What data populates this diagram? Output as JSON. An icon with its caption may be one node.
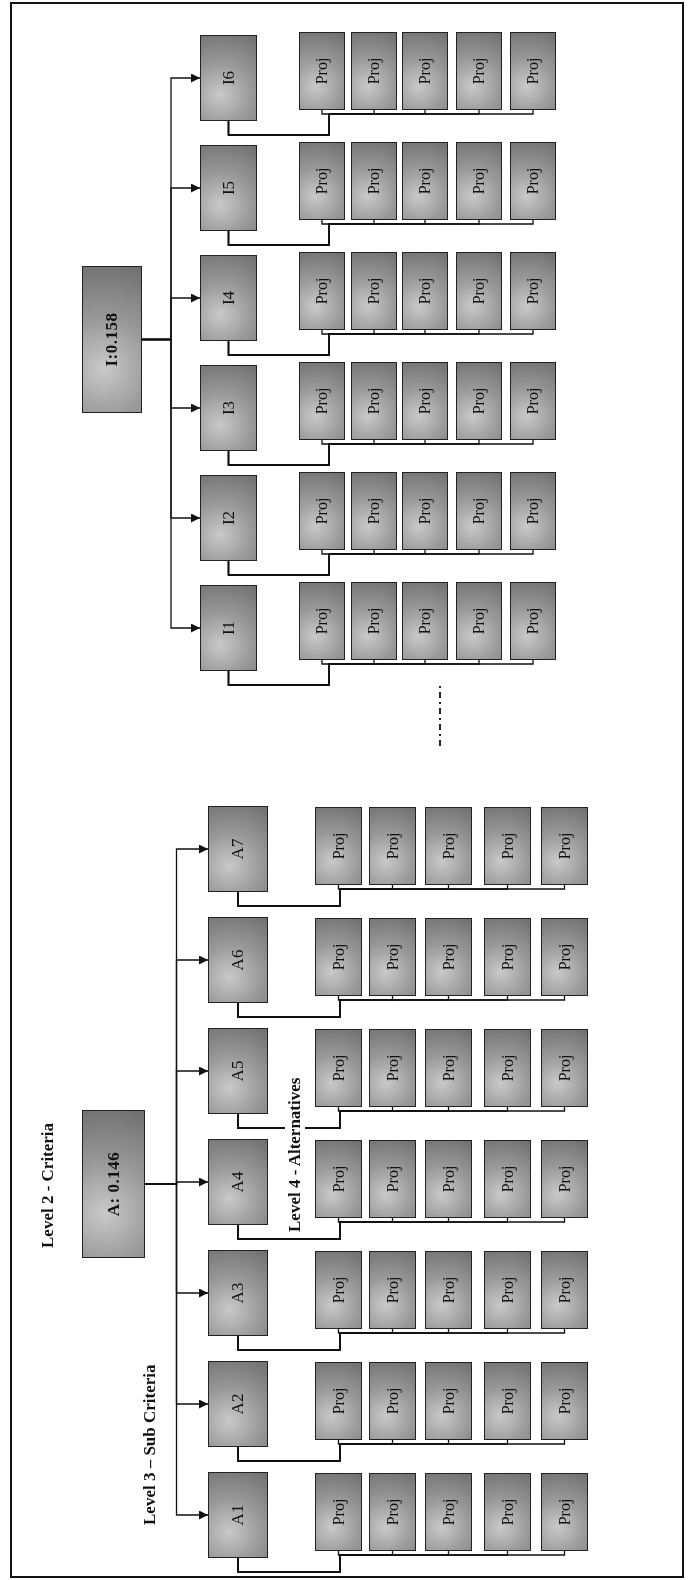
{
  "diagram": {
    "nodes": [
      {
        "text": [
          "A: 0.146"
        ]
      },
      {
        "text": [
          "I:0.158"
        ]
      },
      {
        "text": [
          "A1"
        ]
      },
      {
        "text": [
          "A2"
        ]
      },
      {
        "text": [
          "A3"
        ]
      },
      {
        "text": [
          "A4"
        ]
      },
      {
        "text": [
          "A5"
        ]
      },
      {
        "text": [
          "A6"
        ]
      },
      {
        "text": [
          "A7"
        ]
      },
      {
        "text": [
          "I1"
        ]
      },
      {
        "text": [
          "I2"
        ]
      },
      {
        "text": [
          "I3"
        ]
      },
      {
        "text": [
          "I4"
        ]
      },
      {
        "text": [
          "I5"
        ]
      },
      {
        "text": [
          "I6"
        ]
      },
      {
        "text": [
          "Proj"
        ]
      },
      {
        "text": [
          "Proj"
        ]
      },
      {
        "text": [
          "Proj"
        ]
      },
      {
        "text": [
          "Proj"
        ]
      },
      {
        "text": [
          "Proj"
        ]
      },
      {
        "text": [
          "Proj"
        ]
      },
      {
        "text": [
          "Proj"
        ]
      },
      {
        "text": [
          "Proj"
        ]
      },
      {
        "text": [
          "Proj"
        ]
      },
      {
        "text": [
          "Proj"
        ]
      },
      {
        "text": [
          "Proj"
        ]
      },
      {
        "text": [
          "Proj"
        ]
      },
      {
        "text": [
          "Proj"
        ]
      },
      {
        "text": [
          "Proj"
        ]
      },
      {
        "text": [
          "Proj"
        ]
      },
      {
        "text": [
          "Proj"
        ]
      },
      {
        "text": [
          "Proj"
        ]
      },
      {
        "text": [
          "Proj"
        ]
      },
      {
        "text": [
          "Proj"
        ]
      },
      {
        "text": [
          "Proj"
        ]
      },
      {
        "text": [
          "Proj"
        ]
      },
      {
        "text": [
          "Proj"
        ]
      },
      {
        "text": [
          "Proj"
        ]
      },
      {
        "text": [
          "Proj"
        ]
      },
      {
        "text": [
          "Proj"
        ]
      },
      {
        "text": [
          "Proj"
        ]
      },
      {
        "text": [
          "Proj"
        ]
      },
      {
        "text": [
          "Proj"
        ]
      },
      {
        "text": [
          "Proj"
        ]
      },
      {
        "text": [
          "Proj"
        ]
      },
      {
        "text": [
          "Proj"
        ]
      },
      {
        "text": [
          "Proj"
        ]
      },
      {
        "text": [
          "Proj"
        ]
      },
      {
        "text": [
          "Proj"
        ]
      },
      {
        "text": [
          "Proj"
        ]
      },
      {
        "text": [
          "Proj"
        ]
      },
      {
        "text": [
          "Proj"
        ]
      },
      {
        "text": [
          "Proj"
        ]
      },
      {
        "text": [
          "Proj"
        ]
      },
      {
        "text": [
          "Proj"
        ]
      },
      {
        "text": [
          "Proj"
        ]
      },
      {
        "text": [
          "Proj"
        ]
      },
      {
        "text": [
          "Proj"
        ]
      },
      {
        "text": [
          "Proj"
        ]
      },
      {
        "text": [
          "Proj"
        ]
      },
      {
        "text": [
          "Proj"
        ]
      },
      {
        "text": [
          "Proj"
        ]
      },
      {
        "text": [
          "Proj"
        ]
      },
      {
        "text": [
          "Proj"
        ]
      },
      {
        "text": [
          "Proj"
        ]
      },
      {
        "text": [
          "Proj"
        ]
      },
      {
        "text": [
          "Proj"
        ]
      },
      {
        "text": [
          "Proj"
        ]
      },
      {
        "text": [
          "Proj"
        ]
      },
      {
        "text": [
          "Proj"
        ]
      },
      {
        "text": [
          "Proj"
        ]
      },
      {
        "text": [
          "Proj"
        ]
      },
      {
        "text": [
          "Proj"
        ]
      },
      {
        "text": [
          "Proj"
        ]
      },
      {
        "text": [
          "Proj"
        ]
      },
      {
        "text": [
          "Proj"
        ]
      },
      {
        "text": [
          "Proj"
        ]
      },
      {
        "text": [
          "Proj"
        ]
      },
      {
        "text": [
          "Proj"
        ]
      },
      {
        "text": [
          "Proj"
        ]
      }
    ],
    "edges": [
      {
        "from": 0,
        "to": 2,
        "arrow": "to"
      },
      {
        "from": 0,
        "to": 3,
        "arrow": "to"
      },
      {
        "from": 0,
        "to": 4,
        "arrow": "to"
      },
      {
        "from": 0,
        "to": 5,
        "arrow": "to"
      },
      {
        "from": 0,
        "to": 6,
        "arrow": "to"
      },
      {
        "from": 0,
        "to": 7,
        "arrow": "to"
      },
      {
        "from": 0,
        "to": 8,
        "arrow": "to"
      },
      {
        "from": 1,
        "to": 9,
        "arrow": "to"
      },
      {
        "from": 1,
        "to": 10,
        "arrow": "to"
      },
      {
        "from": 1,
        "to": 11,
        "arrow": "to"
      },
      {
        "from": 1,
        "to": 12,
        "arrow": "to"
      },
      {
        "from": 1,
        "to": 13,
        "arrow": "to"
      },
      {
        "from": 1,
        "to": 14,
        "arrow": "to"
      },
      {
        "from": 2,
        "to": 15,
        "arrow": "none"
      },
      {
        "from": 2,
        "to": 16,
        "arrow": "none"
      },
      {
        "from": 2,
        "to": 17,
        "arrow": "none"
      },
      {
        "from": 2,
        "to": 18,
        "arrow": "none"
      },
      {
        "from": 2,
        "to": 19,
        "arrow": "none"
      },
      {
        "from": 3,
        "to": 20,
        "arrow": "none"
      },
      {
        "from": 3,
        "to": 21,
        "arrow": "none"
      },
      {
        "from": 3,
        "to": 22,
        "arrow": "none"
      },
      {
        "from": 3,
        "to": 23,
        "arrow": "none"
      },
      {
        "from": 3,
        "to": 24,
        "arrow": "none"
      },
      {
        "from": 4,
        "to": 25,
        "arrow": "none"
      },
      {
        "from": 4,
        "to": 26,
        "arrow": "none"
      },
      {
        "from": 4,
        "to": 27,
        "arrow": "none"
      },
      {
        "from": 4,
        "to": 28,
        "arrow": "none"
      },
      {
        "from": 4,
        "to": 29,
        "arrow": "none"
      },
      {
        "from": 5,
        "to": 30,
        "arrow": "none"
      },
      {
        "from": 5,
        "to": 31,
        "arrow": "none"
      },
      {
        "from": 5,
        "to": 32,
        "arrow": "none"
      },
      {
        "from": 5,
        "to": 33,
        "arrow": "none"
      },
      {
        "from": 5,
        "to": 34,
        "arrow": "none"
      },
      {
        "from": 6,
        "to": 35,
        "arrow": "none"
      },
      {
        "from": 6,
        "to": 36,
        "arrow": "none"
      },
      {
        "from": 6,
        "to": 37,
        "arrow": "none"
      },
      {
        "from": 6,
        "to": 38,
        "arrow": "none"
      },
      {
        "from": 6,
        "to": 39,
        "arrow": "none"
      },
      {
        "from": 7,
        "to": 40,
        "arrow": "none"
      },
      {
        "from": 7,
        "to": 41,
        "arrow": "none"
      },
      {
        "from": 7,
        "to": 42,
        "arrow": "none"
      },
      {
        "from": 7,
        "to": 43,
        "arrow": "none"
      },
      {
        "from": 7,
        "to": 44,
        "arrow": "none"
      },
      {
        "from": 8,
        "to": 45,
        "arrow": "none"
      },
      {
        "from": 8,
        "to": 46,
        "arrow": "none"
      },
      {
        "from": 8,
        "to": 47,
        "arrow": "none"
      },
      {
        "from": 8,
        "to": 48,
        "arrow": "none"
      },
      {
        "from": 8,
        "to": 49,
        "arrow": "none"
      },
      {
        "from": 9,
        "to": 50,
        "arrow": "none"
      },
      {
        "from": 9,
        "to": 51,
        "arrow": "none"
      },
      {
        "from": 9,
        "to": 52,
        "arrow": "none"
      },
      {
        "from": 9,
        "to": 53,
        "arrow": "none"
      },
      {
        "from": 9,
        "to": 54,
        "arrow": "none"
      },
      {
        "from": 10,
        "to": 55,
        "arrow": "none"
      },
      {
        "from": 10,
        "to": 56,
        "arrow": "none"
      },
      {
        "from": 10,
        "to": 57,
        "arrow": "none"
      },
      {
        "from": 10,
        "to": 58,
        "arrow": "none"
      },
      {
        "from": 10,
        "to": 59,
        "arrow": "none"
      },
      {
        "from": 11,
        "to": 60,
        "arrow": "none"
      },
      {
        "from": 11,
        "to": 61,
        "arrow": "none"
      },
      {
        "from": 11,
        "to": 62,
        "arrow": "none"
      },
      {
        "from": 11,
        "to": 63,
        "arrow": "none"
      },
      {
        "from": 11,
        "to": 64,
        "arrow": "none"
      },
      {
        "from": 12,
        "to": 65,
        "arrow": "none"
      },
      {
        "from": 12,
        "to": 66,
        "arrow": "none"
      },
      {
        "from": 12,
        "to": 67,
        "arrow": "none"
      },
      {
        "from": 12,
        "to": 68,
        "arrow": "none"
      },
      {
        "from": 12,
        "to": 69,
        "arrow": "none"
      },
      {
        "from": 13,
        "to": 70,
        "arrow": "none"
      },
      {
        "from": 13,
        "to": 71,
        "arrow": "none"
      },
      {
        "from": 13,
        "to": 72,
        "arrow": "none"
      },
      {
        "from": 13,
        "to": 73,
        "arrow": "none"
      },
      {
        "from": 13,
        "to": 74,
        "arrow": "none"
      },
      {
        "from": 14,
        "to": 75,
        "arrow": "none"
      },
      {
        "from": 14,
        "to": 76,
        "arrow": "none"
      },
      {
        "from": 14,
        "to": 77,
        "arrow": "none"
      },
      {
        "from": 14,
        "to": 78,
        "arrow": "none"
      },
      {
        "from": 14,
        "to": 79,
        "arrow": "none"
      }
    ],
    "labels": [
      "Level 2 - Criteria",
      "Level 3 – Sub Criteria",
      "Level 4 - Alternatives"
    ]
  }
}
